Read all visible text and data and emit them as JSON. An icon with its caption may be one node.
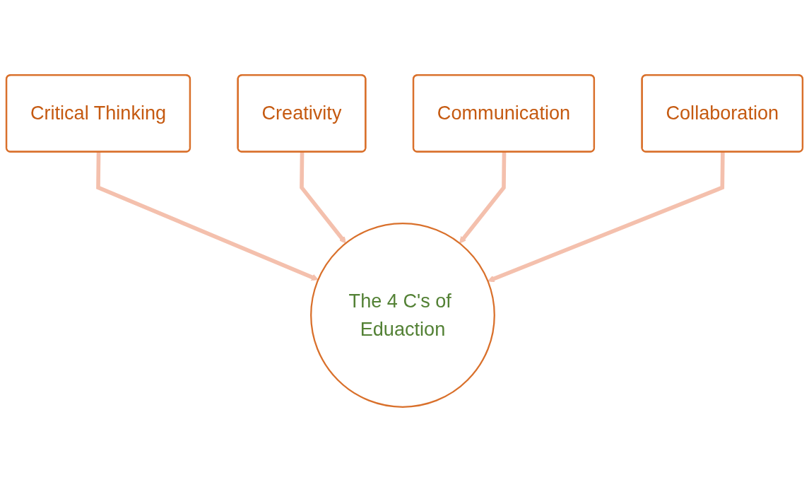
{
  "diagram": {
    "nodes": [
      {
        "text": [
          "Critical Thinking"
        ]
      },
      {
        "text": [
          "Creativity"
        ]
      },
      {
        "text": [
          "Communication"
        ]
      },
      {
        "text": [
          "Collaboration"
        ]
      },
      {
        "text": [
          "The 4 C's of Eduaction"
        ]
      }
    ],
    "edges": [
      {
        "from": 0,
        "to": 4,
        "arrow": "to"
      },
      {
        "from": 1,
        "to": 4,
        "arrow": "to"
      },
      {
        "from": 2,
        "to": 4,
        "arrow": "to"
      },
      {
        "from": 3,
        "to": 4,
        "arrow": "to"
      }
    ]
  }
}
